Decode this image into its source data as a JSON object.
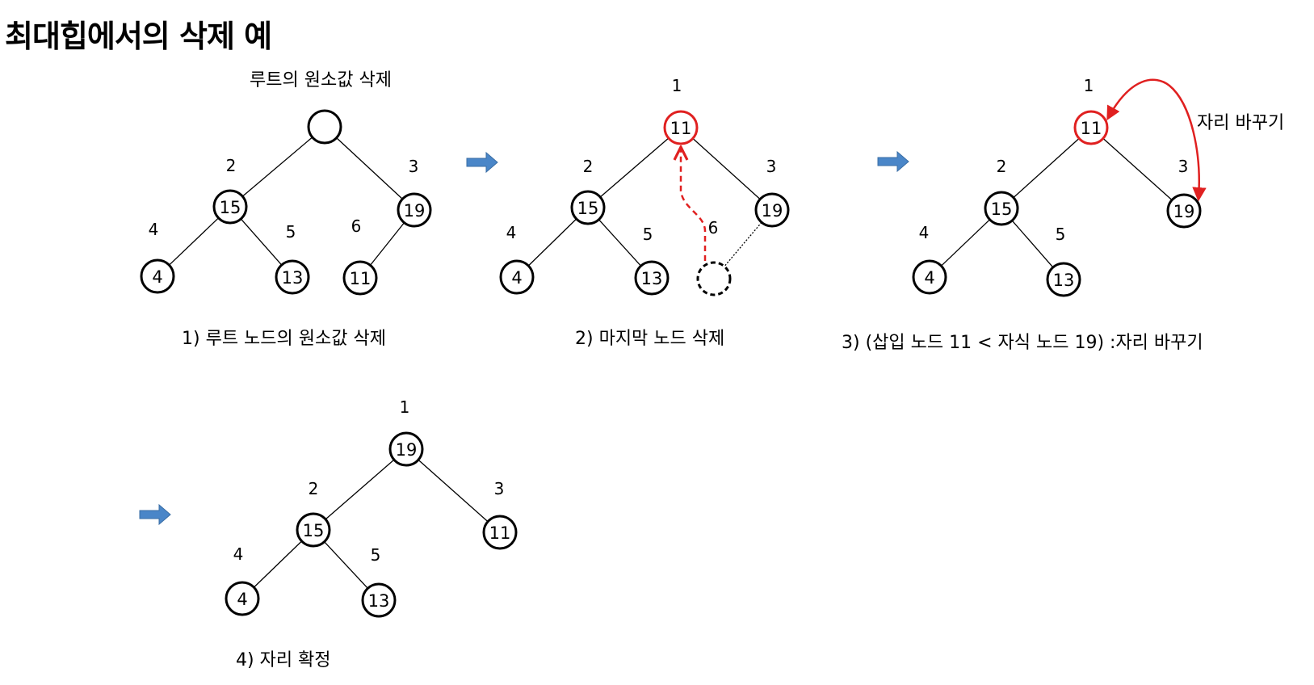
{
  "title": "최대힙에서의 삭제 예",
  "colors": {
    "highlight": "#e02020",
    "arrow": "#4a86c8",
    "node_stroke": "#000000"
  },
  "panels": [
    {
      "id": "p1",
      "top_label": "루트의 원소값 삭제",
      "caption": "1) 루트 노드의 원소값 삭제",
      "nodes": [
        {
          "index": "",
          "value": "",
          "style": "normal"
        },
        {
          "index": "2",
          "value": "15",
          "style": "normal"
        },
        {
          "index": "3",
          "value": "19",
          "style": "normal"
        },
        {
          "index": "4",
          "value": "4",
          "style": "normal"
        },
        {
          "index": "5",
          "value": "13",
          "style": "normal"
        },
        {
          "index": "6",
          "value": "11",
          "style": "normal"
        }
      ]
    },
    {
      "id": "p2",
      "caption": "2) 마지막 노드 삭제",
      "nodes": [
        {
          "index": "1",
          "value": "11",
          "style": "red"
        },
        {
          "index": "2",
          "value": "15",
          "style": "normal"
        },
        {
          "index": "3",
          "value": "19",
          "style": "normal"
        },
        {
          "index": "4",
          "value": "4",
          "style": "normal"
        },
        {
          "index": "5",
          "value": "13",
          "style": "normal"
        },
        {
          "index": "6",
          "value": "",
          "style": "dashed"
        }
      ]
    },
    {
      "id": "p3",
      "caption": "3) (삽입 노드 11 < 자식 노드 19) :자리 바꾸기",
      "swap_label": "자리 바꾸기",
      "nodes": [
        {
          "index": "1",
          "value": "11",
          "style": "red"
        },
        {
          "index": "2",
          "value": "15",
          "style": "normal"
        },
        {
          "index": "3",
          "value": "19",
          "style": "normal"
        },
        {
          "index": "4",
          "value": "4",
          "style": "normal"
        },
        {
          "index": "5",
          "value": "13",
          "style": "normal"
        }
      ]
    },
    {
      "id": "p4",
      "caption": "4) 자리 확정",
      "nodes": [
        {
          "index": "1",
          "value": "19",
          "style": "normal"
        },
        {
          "index": "2",
          "value": "15",
          "style": "normal"
        },
        {
          "index": "3",
          "value": "11",
          "style": "normal"
        },
        {
          "index": "4",
          "value": "4",
          "style": "normal"
        },
        {
          "index": "5",
          "value": "13",
          "style": "normal"
        }
      ]
    }
  ]
}
